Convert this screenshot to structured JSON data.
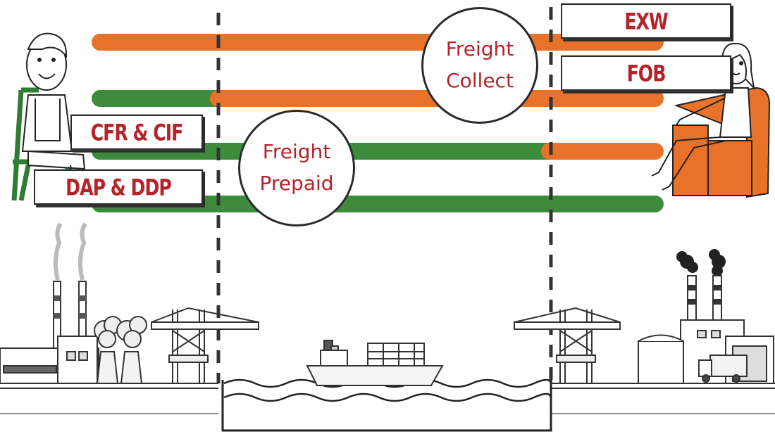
{
  "labels": {
    "exw": "EXW",
    "fob": "FOB",
    "cfr_cif": "CFR & CIF",
    "dap_ddp": "DAP & DDP"
  },
  "circles": {
    "collect": {
      "line1": "Freight",
      "line2": "Collect"
    },
    "prepaid": {
      "line1": "Freight",
      "line2": "Prepaid"
    }
  },
  "colors": {
    "seller_pays": "#3d8b3d",
    "buyer_pays": "#e8722a",
    "label_text": "#b5232a",
    "outline": "#2a2a2a"
  },
  "icons": [
    "seller-man-icon",
    "buyer-woman-icon",
    "factory-icon",
    "warehouse-icon",
    "crane-icon",
    "ship-icon",
    "garbage-truck-icon",
    "water-icon"
  ]
}
